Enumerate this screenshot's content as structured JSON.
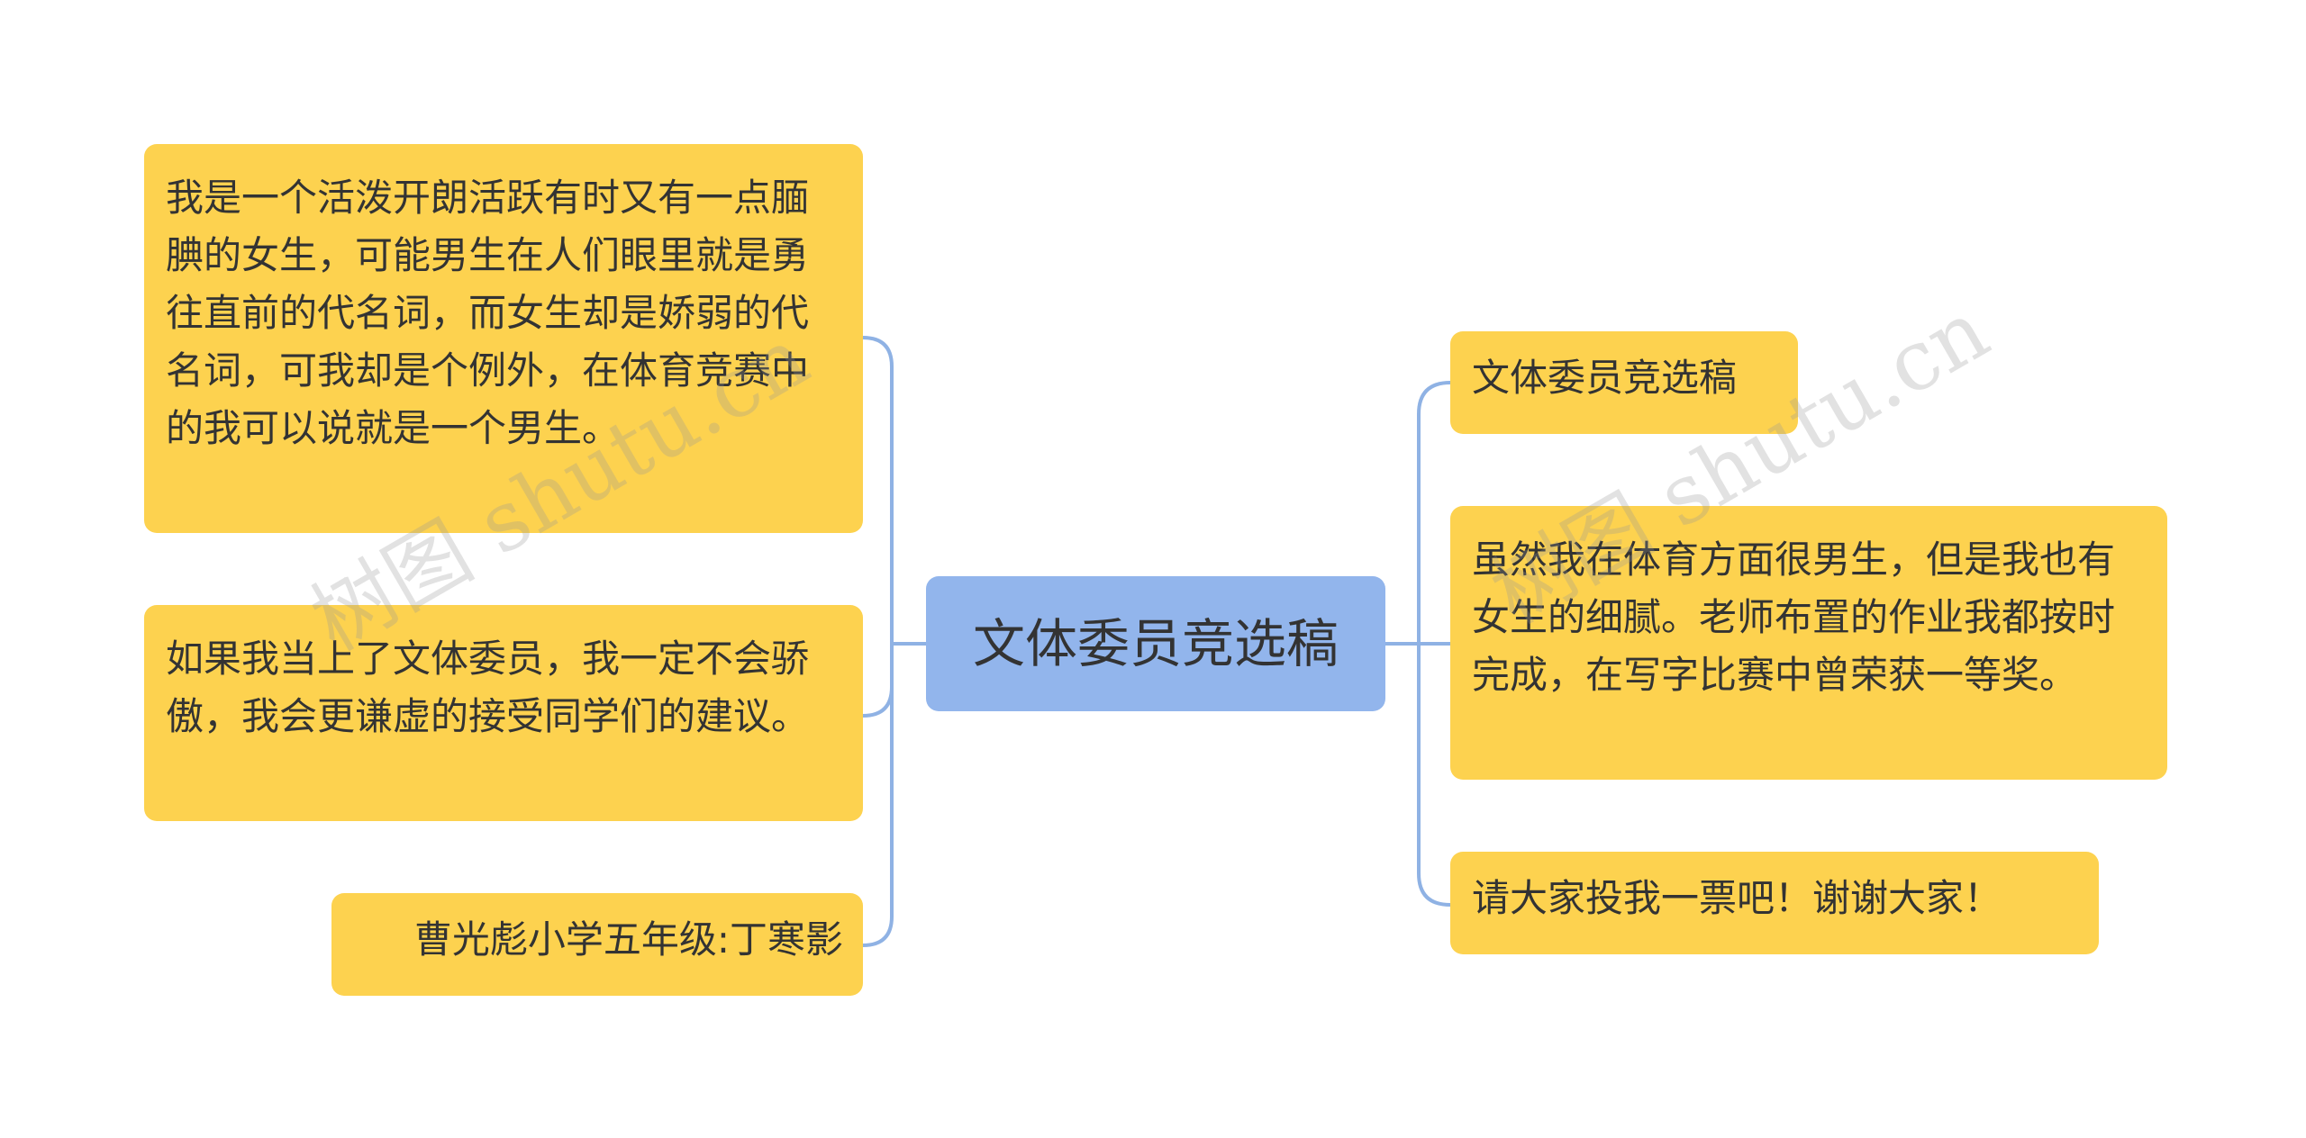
{
  "center": {
    "label": "文体委员竞选稿"
  },
  "left_branches": [
    {
      "text": "我是一个活泼开朗活跃有时又有一点腼腆的女生，可能男生在人们眼里就是勇往直前的代名词，而女生却是娇弱的代名词，可我却是个例外，在体育竞赛中的我可以说就是一个男生。"
    },
    {
      "text": "如果我当上了文体委员，我一定不会骄傲，我会更谦虚的接受同学们的建议。"
    },
    {
      "text": "曹光彪小学五年级:丁寒影"
    }
  ],
  "right_branches": [
    {
      "text": "文体委员竞选稿"
    },
    {
      "text": "虽然我在体育方面很男生，但是我也有女生的细腻。老师布置的作业我都按时完成，在写字比赛中曾荣获一等奖。"
    },
    {
      "text": "请大家投我一票吧！谢谢大家！"
    }
  ],
  "watermark": {
    "text": "树图 shutu.cn"
  },
  "colors": {
    "center_fill": "#92b5ec",
    "leaf_fill": "#fdd24f",
    "connector": "#8fb2e4",
    "text": "#333333"
  }
}
